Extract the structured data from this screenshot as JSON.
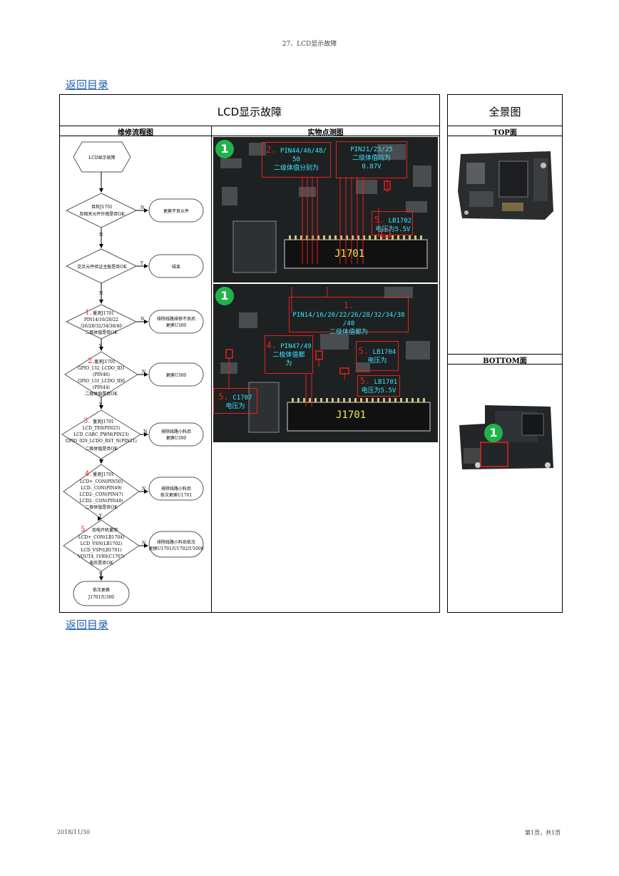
{
  "page": {
    "header": "27、LCD显示故障",
    "back_link": "返回目录",
    "footer_date": "2018/11/30",
    "footer_page": "第1页，共1页"
  },
  "table": {
    "title": "LCD显示故障",
    "overview_title": "全景图",
    "col_flow": "维修流程图",
    "col_measure": "实物点测图",
    "top_label": "TOP面",
    "bottom_label": "BOTTOM面"
  },
  "flow": {
    "start": "LCD显示故障",
    "d1": [
      "目检J1701",
      "及相关元件外观是否OK"
    ],
    "a1": "更换不良元件",
    "d2": [
      "交叉元件验证主板是否OK"
    ],
    "a2": "结束",
    "d3_num": "1.",
    "d3": [
      "量测J1701",
      "PIN14/16/20/22",
      "/26/28/32/34/38/40",
      "二极体值是否OK"
    ],
    "a3": [
      "排除线路排修不良后",
      "更换U300"
    ],
    "d4_num": "2.",
    "d4": [
      "量测J1701",
      "GPIO_132_LCDO_ID1",
      "(PIN46)",
      "GPIO_131_LCDO_ID0",
      "(PIN44)",
      "二极体值是否OK"
    ],
    "a4": "更换U300",
    "d5_num": "3.",
    "d5": [
      "量测J1701",
      "LCD_TE0(PIN25)",
      "LCD_CABC_PWM(PIN23)",
      "GPIO_029_LCDO_RST_N(PIN21)",
      "二极体值是否OK"
    ],
    "a5": [
      "排除线路小料后",
      "更换U300"
    ],
    "d6_num": "4.",
    "d6": [
      "量测J1701",
      "LCD+_CON(PIN50)",
      "LCD-_CON(PIN49)",
      "LCD2-_CON(PIN47)",
      "LCD2-_CON(PIN48)",
      "二极体值是否OK"
    ],
    "a6": [
      "排除线路小料后",
      "依次更换U1701"
    ],
    "d7_num": "5.",
    "d7": [
      "加电开机量测",
      "LCD+_CON(LB1704)",
      "LCD_VSN(LB1702)",
      "LCD_VSP(LB1701)",
      "VOUT4_1V8S(C1707)",
      "电压是否OK"
    ],
    "a7": [
      "排除线路小料后依次",
      "更换U1701/U1702/U1000"
    ],
    "end": [
      "依次更换",
      "J1701/U300"
    ],
    "yes": "Y",
    "no": "N"
  },
  "photo1": {
    "marker": "1",
    "ann1_num": "2.",
    "ann1": [
      "PIN44/46/48/",
      "50",
      "二级体值分别为"
    ],
    "ann2": [
      "PIN21/23/25",
      "二级体值均为",
      "0.87V"
    ],
    "ann3_num": "5.",
    "ann3": [
      "LB1702",
      "电压为5.5V"
    ],
    "conn": "J1701"
  },
  "photo2": {
    "marker": "1",
    "ann1_num": "1.",
    "ann1": [
      "PIN14/16/20/22/26/28/32/34/38",
      "/40",
      "二级体值都为"
    ],
    "ann2_num": "4.",
    "ann2": [
      "PIN47/49",
      "二极体值都",
      "为"
    ],
    "ann3_num": "5.",
    "ann3": [
      "LB1704",
      "电压为"
    ],
    "ann4_num": "5.",
    "ann4": [
      "LB1701",
      "电压为5.5V"
    ],
    "ann5_num": "5.",
    "ann5": [
      "C1707",
      "电压为"
    ],
    "conn": "J1701"
  },
  "bottom_marker": "1"
}
